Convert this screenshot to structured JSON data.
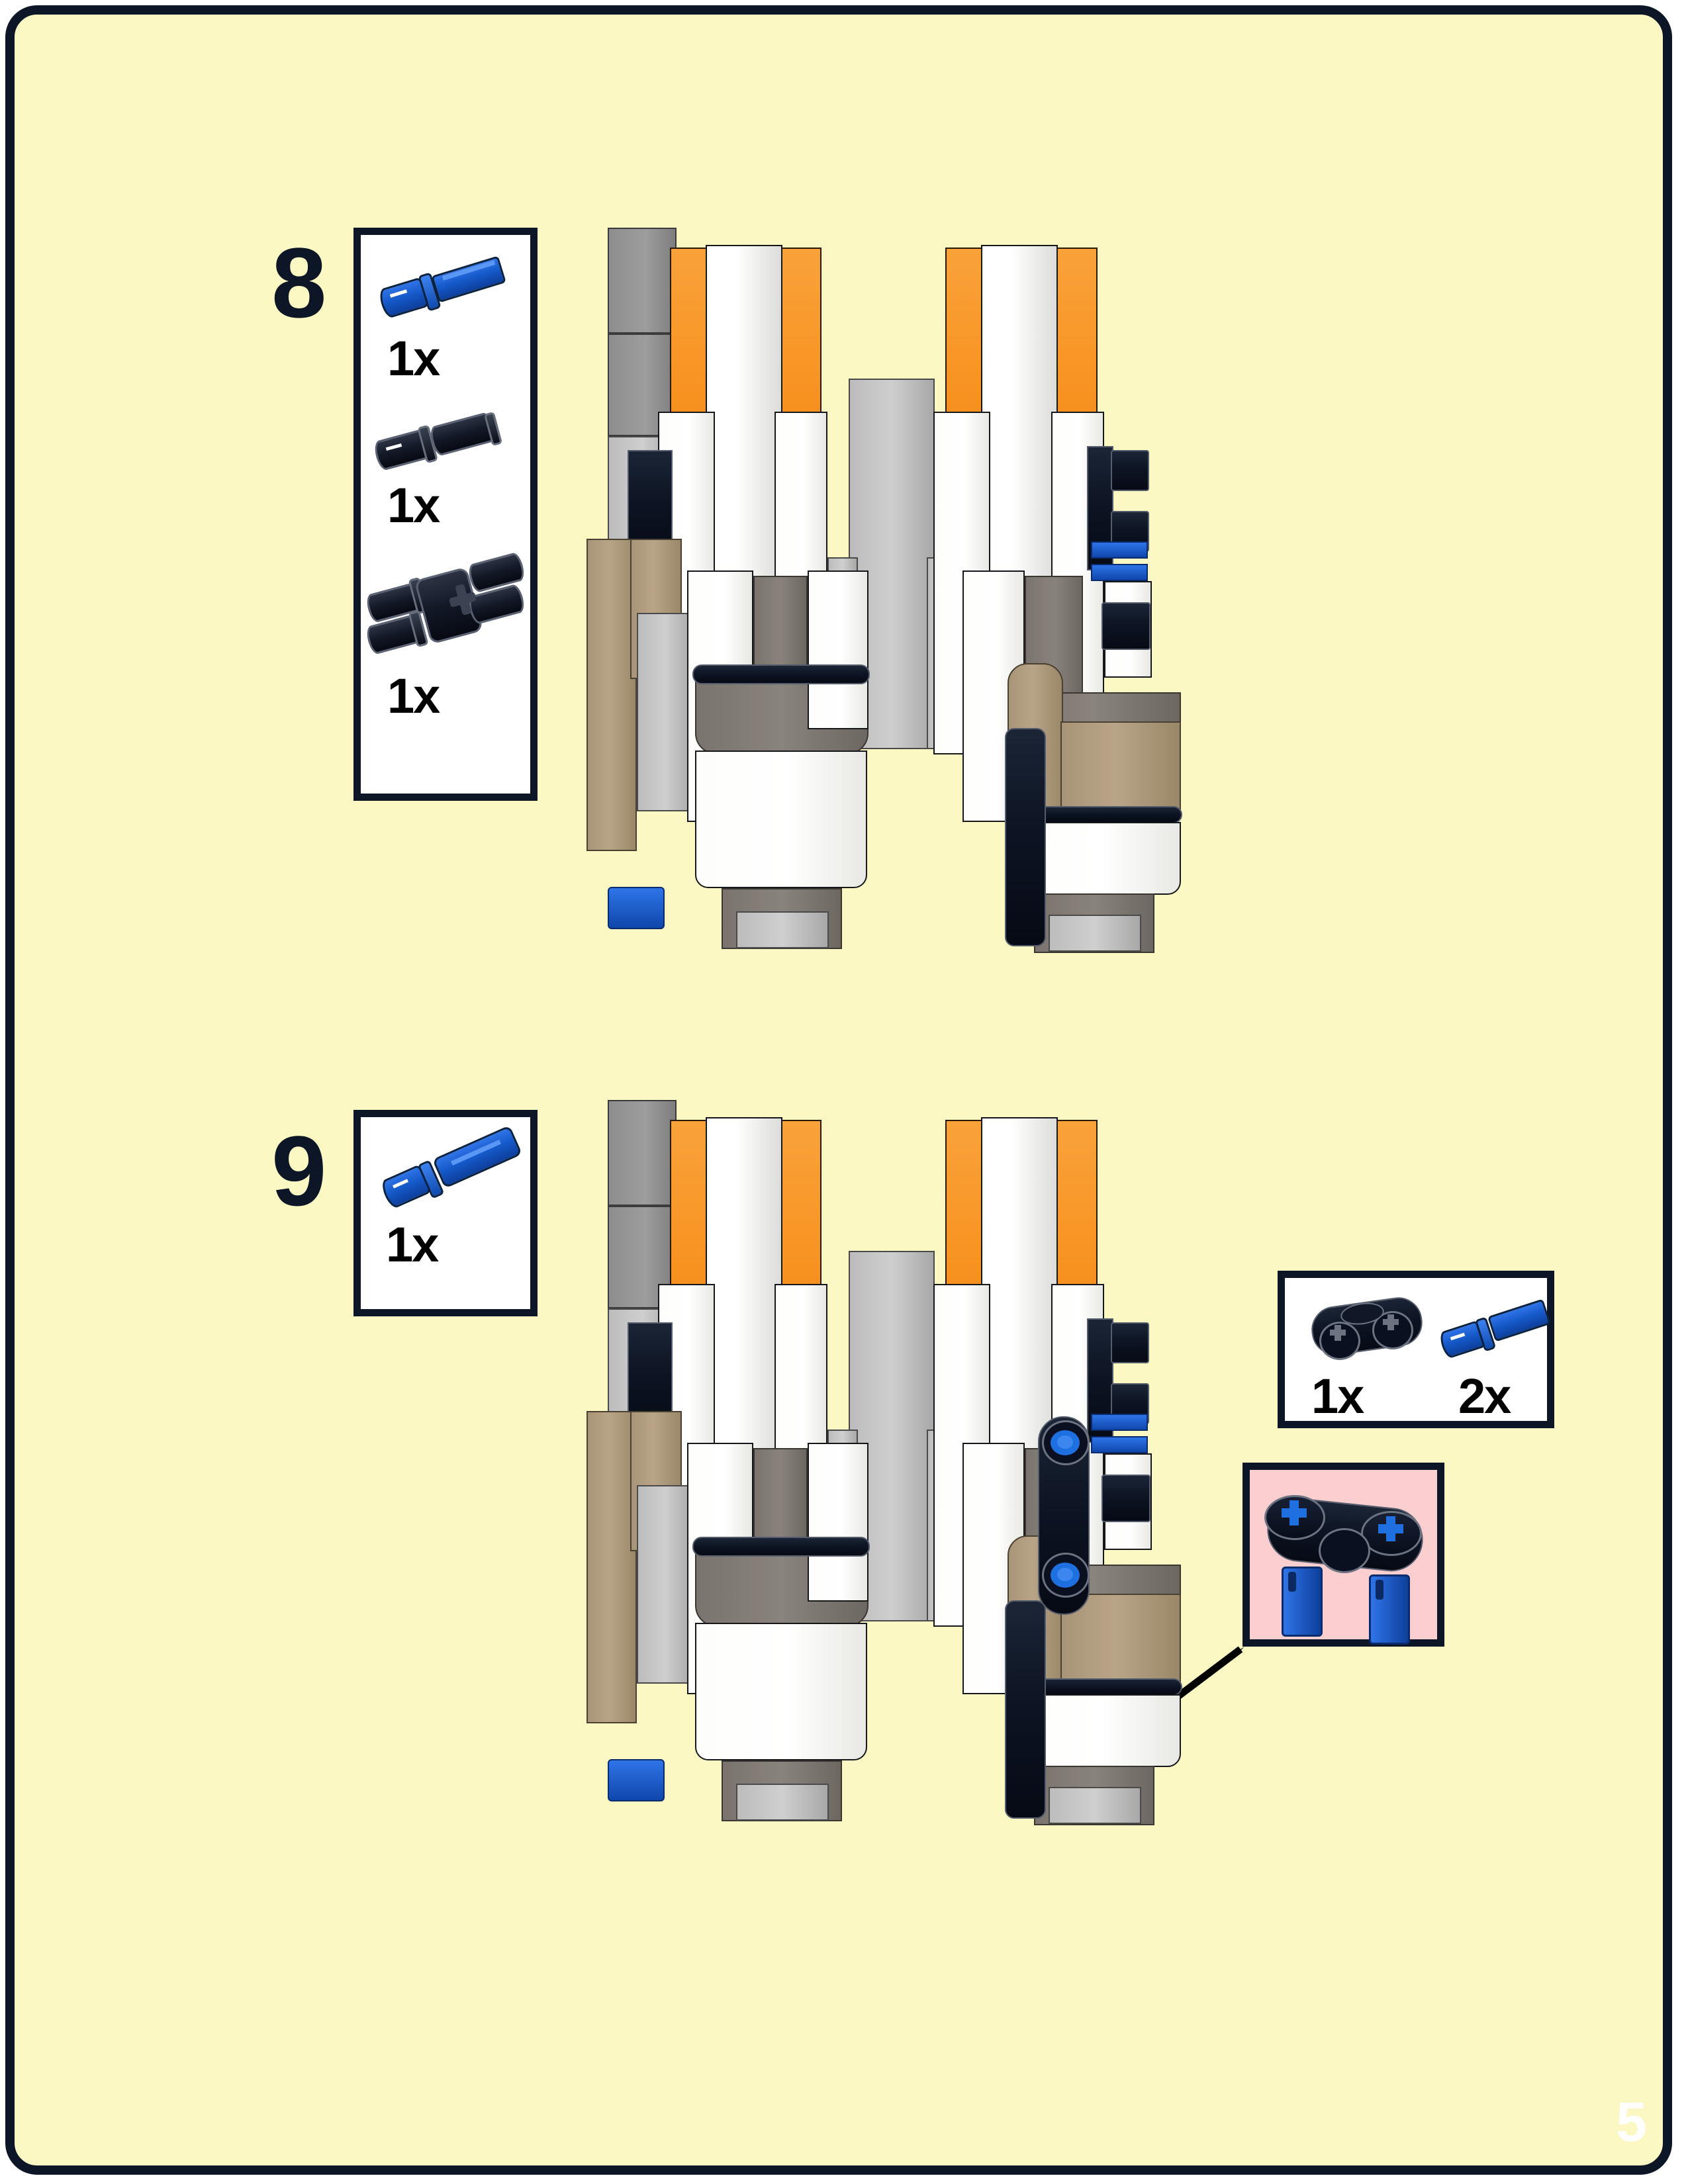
{
  "page": {
    "number": "5",
    "background_color": "#fbf8c4",
    "border_color": "#0d1626"
  },
  "steps": [
    {
      "id": "step-8",
      "number": "8",
      "parts": [
        {
          "name": "blue-axle-pin",
          "color": "#1558c8",
          "quantity": "1x"
        },
        {
          "name": "black-pin-connector",
          "color": "#121826",
          "quantity": "1x"
        },
        {
          "name": "black-double-pin-fork",
          "color": "#121826",
          "quantity": "1x"
        }
      ]
    },
    {
      "id": "step-9",
      "number": "9",
      "parts": [
        {
          "name": "blue-long-pin",
          "color": "#1558c8",
          "quantity": "1x"
        }
      ],
      "extra_parts": [
        {
          "name": "black-3-hole-beam",
          "color": "#121826",
          "quantity": "1x"
        },
        {
          "name": "blue-axle-pin",
          "color": "#1558c8",
          "quantity": "2x"
        }
      ],
      "callout": {
        "name": "beam-with-two-blue-pins-detail",
        "background_color": "#fbcfcf"
      }
    }
  ],
  "model_colors": {
    "white": "#ffffff",
    "orange": "#f79220",
    "light_gray": "#bcbcbc",
    "dark_gray": "#8d8d8d",
    "medium_gray": "#7a736e",
    "tan": "#a89476",
    "black": "#0c1322",
    "blue": "#1558c8"
  }
}
